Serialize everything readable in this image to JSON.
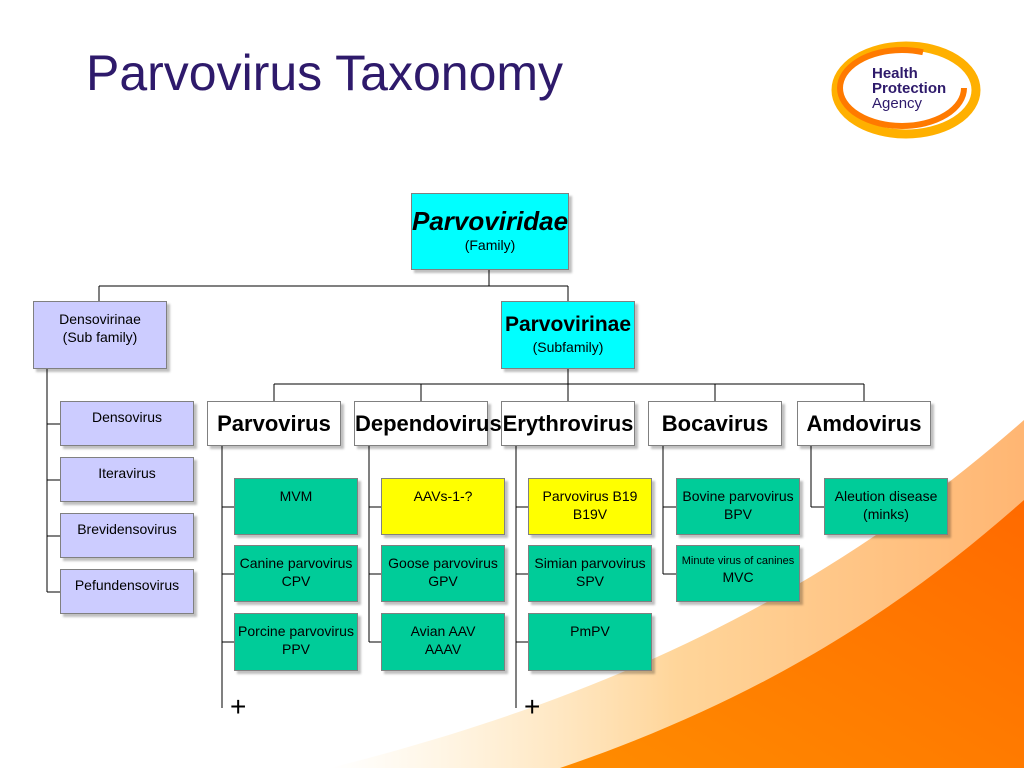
{
  "slide": {
    "title": "Parvovirus Taxonomy",
    "logo": {
      "line1": "Health",
      "line2": "Protection",
      "line3": "Agency"
    },
    "colors": {
      "title": "#2e1a6b",
      "accent": "#ff8c00",
      "family": "#00ffff",
      "subfamily_lav": "#ccccff",
      "species_green": "#00cc99",
      "species_yellow": "#ffff00"
    }
  },
  "family": {
    "name": "Parvoviridae",
    "rank": "(Family)"
  },
  "densovirinae": {
    "name": "Densovirinae",
    "rank": "(Sub family)",
    "genera": [
      "Densovirus",
      "Iteravirus",
      "Brevidensovirus",
      "Pefundensovirus"
    ]
  },
  "parvovirinae": {
    "name": "Parvovirinae",
    "rank": "(Subfamily)",
    "genera": [
      {
        "name": "Parvovirus",
        "species": [
          {
            "line1": "MVM",
            "line2": ""
          },
          {
            "line1": "Canine parvovirus",
            "line2": "CPV"
          },
          {
            "line1": "Porcine parvovirus",
            "line2": "PPV"
          }
        ],
        "more": "+"
      },
      {
        "name": "Dependovirus",
        "species": [
          {
            "line1": "AAVs-1-?",
            "line2": ""
          },
          {
            "line1": "Goose parvovirus",
            "line2": "GPV"
          },
          {
            "line1": "Avian AAV",
            "line2": "AAAV"
          }
        ]
      },
      {
        "name": "Erythrovirus",
        "species": [
          {
            "line1": "Parvovirus B19",
            "line2": "B19V"
          },
          {
            "line1": "Simian parvovirus",
            "line2": "SPV"
          },
          {
            "line1": "PmPV",
            "line2": ""
          }
        ],
        "more": "+"
      },
      {
        "name": "Bocavirus",
        "species": [
          {
            "line1": "Bovine parvovirus",
            "line2": "BPV"
          },
          {
            "line1": "Minute virus of canines",
            "line2": "MVC"
          }
        ]
      },
      {
        "name": "Amdovirus",
        "species": [
          {
            "line1": "Aleution disease",
            "line2": "(minks)"
          }
        ]
      }
    ]
  }
}
